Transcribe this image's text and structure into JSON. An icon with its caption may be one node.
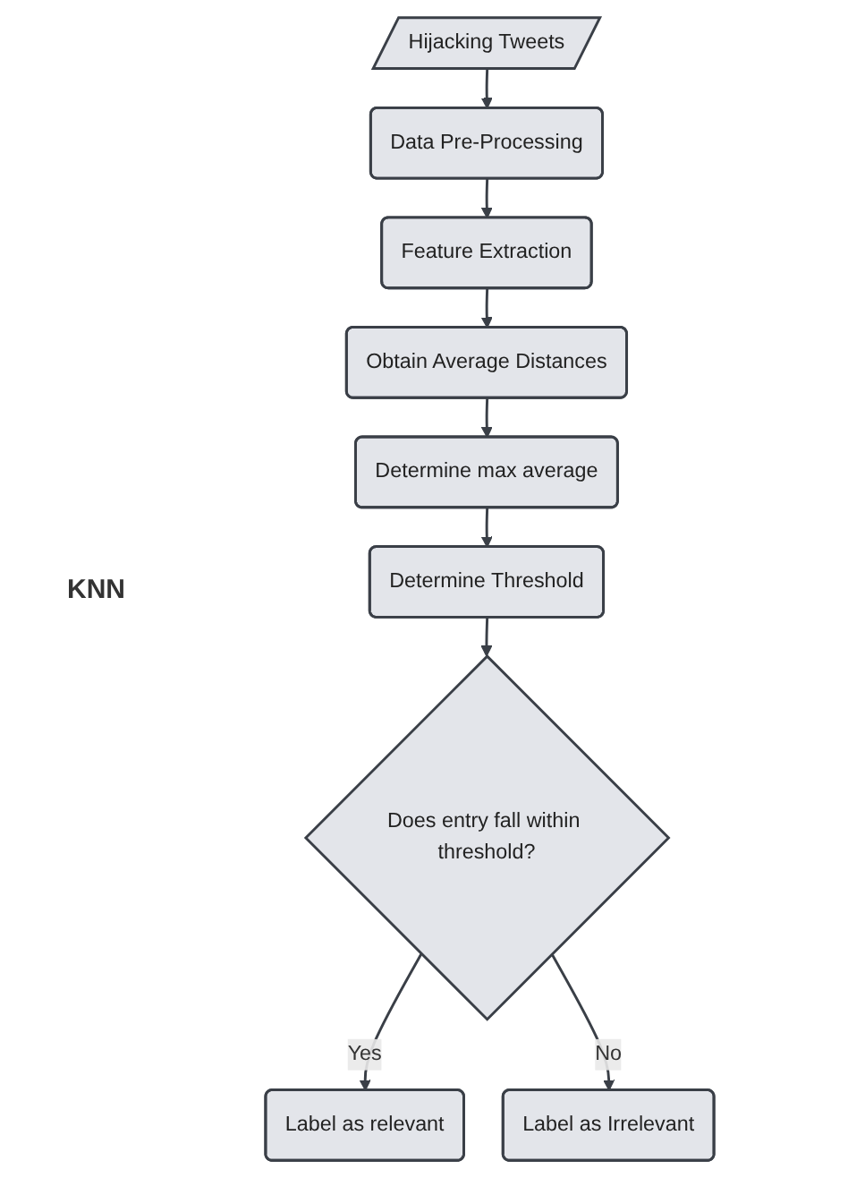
{
  "diagram": {
    "nodes": [
      {
        "text": [
          "Hijacking Tweets"
        ]
      },
      {
        "text": [
          "Data Pre-Processing"
        ]
      },
      {
        "text": [
          "Feature Extraction"
        ]
      },
      {
        "text": [
          "Obtain Average Distances"
        ]
      },
      {
        "text": [
          "Determine max average"
        ]
      },
      {
        "text": [
          "Determine Threshold"
        ]
      },
      {
        "text": [
          "Does entry fall within threshold?"
        ]
      },
      {
        "text": [
          "Label as relevant"
        ]
      },
      {
        "text": [
          "Label as Irrelevant"
        ]
      }
    ],
    "edges": [
      {
        "from": 0,
        "to": 1,
        "arrow": "to"
      },
      {
        "from": 1,
        "to": 2,
        "arrow": "to"
      },
      {
        "from": 2,
        "to": 3,
        "arrow": "to"
      },
      {
        "from": 3,
        "to": 4,
        "arrow": "to"
      },
      {
        "from": 4,
        "to": 5,
        "arrow": "to"
      },
      {
        "from": 5,
        "to": 6,
        "arrow": "to"
      },
      {
        "from": 6,
        "to": 7,
        "label": "Yes",
        "arrow": "to"
      },
      {
        "from": 6,
        "to": 8,
        "label": "No",
        "arrow": "to"
      }
    ],
    "labels": [
      "KNN"
    ]
  }
}
